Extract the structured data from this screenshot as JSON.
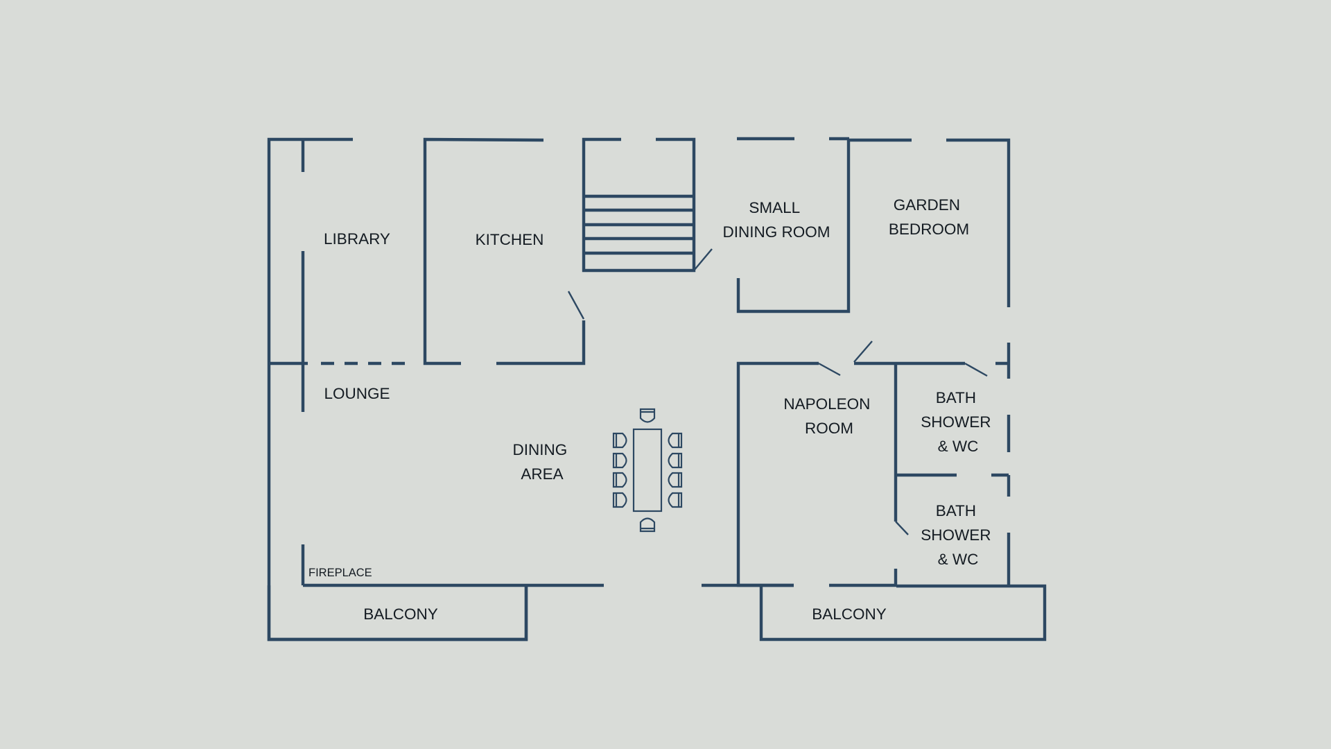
{
  "floor_plan": {
    "colors": {
      "background": "#d9dcd8",
      "line": "#2d4862",
      "text": "#141b22"
    },
    "labels": {
      "library": "LIBRARY",
      "kitchen": "KITCHEN",
      "small_dining_room": [
        "SMALL",
        "DINING ROOM"
      ],
      "garden_bedroom": [
        "GARDEN",
        "BEDROOM"
      ],
      "lounge": "LOUNGE",
      "dining_area": [
        "DINING",
        "AREA"
      ],
      "napoleon_room": [
        "NAPOLEON",
        "ROOM"
      ],
      "bath_upper": [
        "BATH",
        "SHOWER",
        "& WC"
      ],
      "bath_lower": [
        "BATH",
        "SHOWER",
        "& WC"
      ],
      "fireplace": "FIREPLACE",
      "balcony_left": "BALCONY",
      "balcony_right": "BALCONY"
    }
  }
}
